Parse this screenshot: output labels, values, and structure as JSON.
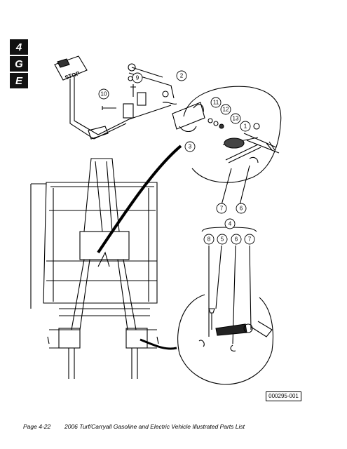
{
  "tabs": [
    "4",
    "G",
    "E"
  ],
  "stop_sign": "STOP",
  "callouts": [
    "10",
    "9",
    "2",
    "11",
    "12",
    "13",
    "1",
    "3",
    "7",
    "6",
    "4",
    "8",
    "5",
    "6",
    "7"
  ],
  "figure_id": "000295-001",
  "footer": {
    "page": "Page 4-22",
    "title": "2006 Turf/Carryall Gasoline and Electric Vehicle Illustrated Parts List"
  }
}
